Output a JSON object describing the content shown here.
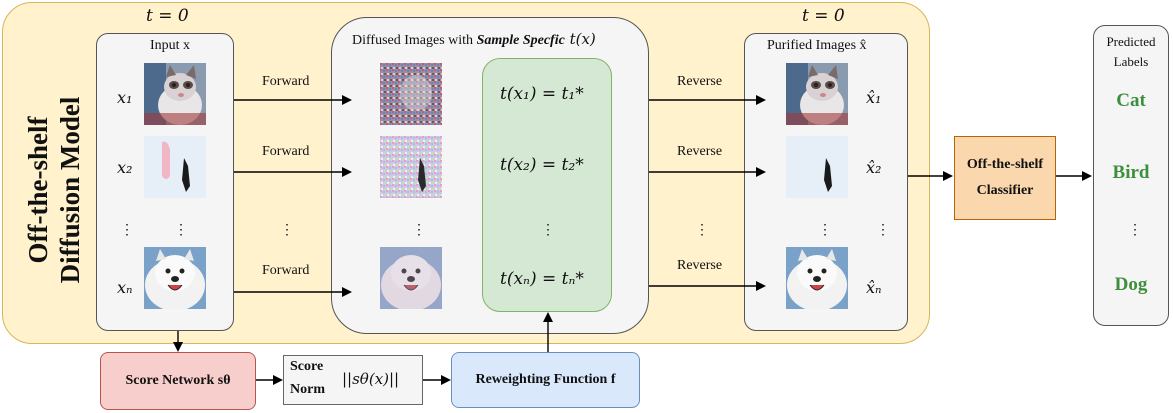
{
  "outer": {
    "title_line1": "Off-the-shelf",
    "title_line2": "Diffusion Model"
  },
  "time_label_left": "t = 0",
  "time_label_right": "t = 0",
  "input_panel": {
    "title": "Input x",
    "labels": [
      "x₁",
      "x₂",
      "⋮",
      "xₙ"
    ]
  },
  "forward_labels": [
    "Forward",
    "Forward",
    "Forward"
  ],
  "diffused_panel": {
    "title_prefix": "Diffused Images with ",
    "title_emph": "Sample Specfic",
    "title_suffix": " t(x)",
    "equations": [
      "t(x₁) = t₁*",
      "t(x₂) = t₂*",
      "⋮",
      "t(xₙ) = tₙ*"
    ]
  },
  "reverse_labels": [
    "Reverse",
    "Reverse",
    "Reverse"
  ],
  "purified_panel": {
    "title": "Purified Images x̂",
    "labels": [
      "x̂₁",
      "x̂₂",
      "⋮",
      "x̂ₙ"
    ]
  },
  "classifier": {
    "line1": "Off-the-shelf",
    "line2": "Classifier"
  },
  "predicted": {
    "title_line1": "Predicted",
    "title_line2": "Labels",
    "labels": [
      "Cat",
      "Bird",
      "⋮",
      "Dog"
    ]
  },
  "score_network": "Score Network sθ",
  "score_norm": {
    "line1": "Score",
    "line2": "Norm",
    "formula": "||sθ(x)||"
  },
  "reweighting": "Reweighting Function f",
  "colors": {
    "outer_fill": "#fff2cc",
    "green_box": "#d5e8d4",
    "classifier_fill": "#fad7ac",
    "score_net_fill": "#f8cecc",
    "reweight_fill": "#dae8fc",
    "label_green": "#3d8f3d"
  },
  "images": [
    "cat-image",
    "bird-image",
    "dog-image"
  ]
}
